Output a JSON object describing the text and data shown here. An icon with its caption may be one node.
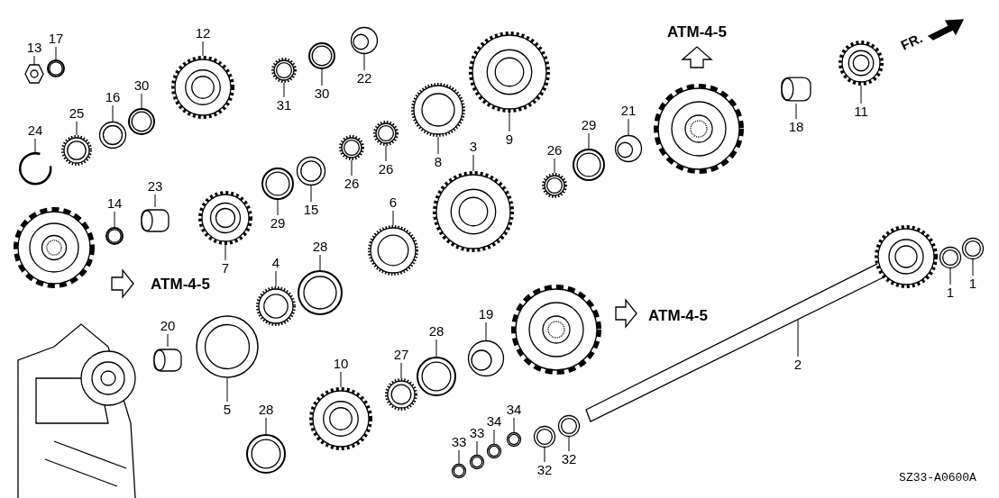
{
  "diagram": {
    "nodes": [
      {
        "text": [
          "13"
        ]
      },
      {
        "text": [
          "17"
        ]
      },
      {
        "text": [
          "12"
        ]
      },
      {
        "text": [
          "22"
        ]
      },
      {
        "text": [
          "30"
        ]
      },
      {
        "text": [
          "31"
        ]
      },
      {
        "text": [
          "11"
        ]
      },
      {
        "text": [
          "18"
        ]
      },
      {
        "text": [
          "9"
        ]
      },
      {
        "text": [
          "21"
        ]
      },
      {
        "text": [
          "29"
        ]
      },
      {
        "text": [
          "26"
        ]
      },
      {
        "text": [
          "8"
        ]
      },
      {
        "text": [
          "3"
        ]
      },
      {
        "text": [
          "30"
        ]
      },
      {
        "text": [
          "16"
        ]
      },
      {
        "text": [
          "25"
        ]
      },
      {
        "text": [
          "24"
        ]
      },
      {
        "text": [
          "26"
        ]
      },
      {
        "text": [
          "26"
        ]
      },
      {
        "text": [
          "15"
        ]
      },
      {
        "text": [
          "29"
        ]
      },
      {
        "text": [
          "23"
        ]
      },
      {
        "text": [
          "14"
        ]
      },
      {
        "text": [
          "7"
        ]
      },
      {
        "text": [
          "6"
        ]
      },
      {
        "text": [
          "28"
        ]
      },
      {
        "text": [
          "4"
        ]
      },
      {
        "text": [
          "19"
        ]
      },
      {
        "text": [
          "28"
        ]
      },
      {
        "text": [
          "27"
        ]
      },
      {
        "text": [
          "10"
        ]
      },
      {
        "text": [
          "20"
        ]
      },
      {
        "text": [
          "5"
        ]
      },
      {
        "text": [
          "28"
        ]
      },
      {
        "text": [
          "33"
        ]
      },
      {
        "text": [
          "33"
        ]
      },
      {
        "text": [
          "34"
        ]
      },
      {
        "text": [
          "34"
        ]
      },
      {
        "text": [
          "32"
        ]
      },
      {
        "text": [
          "32"
        ]
      },
      {
        "text": [
          "2"
        ]
      },
      {
        "text": [
          "1"
        ]
      },
      {
        "text": [
          "1"
        ]
      },
      {
        "text": [],
        "shape": "picture"
      },
      {
        "text": [],
        "shape": "picture"
      },
      {
        "text": [],
        "shape": "picture"
      },
      {
        "text": [],
        "shape": "picture"
      },
      {
        "text": [],
        "shape": "picture"
      },
      {
        "text": [],
        "shape": "picture"
      },
      {
        "text": [],
        "shape": "picture"
      },
      {
        "text": [],
        "shape": "picture"
      },
      {
        "text": [],
        "shape": "picture"
      },
      {
        "text": [],
        "shape": "picture"
      },
      {
        "text": [],
        "shape": "picture"
      },
      {
        "text": [],
        "shape": "picture"
      },
      {
        "text": [],
        "shape": "picture"
      },
      {
        "text": [],
        "shape": "picture"
      },
      {
        "text": [],
        "shape": "picture"
      },
      {
        "text": [],
        "shape": "picture"
      },
      {
        "text": [],
        "shape": "picture"
      },
      {
        "text": [],
        "shape": "picture"
      },
      {
        "text": [],
        "shape": "picture"
      },
      {
        "text": [],
        "shape": "picture"
      },
      {
        "text": [],
        "shape": "picture"
      },
      {
        "text": [],
        "shape": "picture"
      },
      {
        "text": [],
        "shape": "picture"
      },
      {
        "text": [],
        "shape": "picture"
      },
      {
        "text": [],
        "shape": "picture"
      },
      {
        "text": [],
        "shape": "picture"
      },
      {
        "text": [],
        "shape": "picture"
      },
      {
        "text": [],
        "shape": "picture"
      },
      {
        "text": [],
        "shape": "picture"
      },
      {
        "text": [],
        "shape": "picture"
      },
      {
        "text": [],
        "shape": "picture"
      },
      {
        "text": [],
        "shape": "picture"
      },
      {
        "text": [],
        "shape": "picture"
      },
      {
        "text": [],
        "shape": "picture"
      },
      {
        "text": [],
        "shape": "picture"
      },
      {
        "text": [],
        "shape": "picture"
      },
      {
        "text": [],
        "shape": "picture"
      },
      {
        "text": [],
        "shape": "picture"
      },
      {
        "text": [],
        "shape": "picture"
      },
      {
        "text": [],
        "shape": "picture"
      },
      {
        "text": [],
        "shape": "picture"
      },
      {
        "text": [],
        "shape": "picture"
      },
      {
        "text": [],
        "shape": "picture"
      },
      {
        "text": [],
        "shape": "picture"
      }
    ],
    "edges": [
      {
        "from": 0,
        "to": 44,
        "arrow": "none"
      },
      {
        "from": 1,
        "to": 45,
        "arrow": "none"
      },
      {
        "from": 2,
        "to": 46,
        "arrow": "none"
      },
      {
        "from": 3,
        "to": 47,
        "arrow": "none"
      },
      {
        "from": 4,
        "to": 48,
        "arrow": "none"
      },
      {
        "from": 5,
        "to": 49,
        "arrow": "none"
      },
      {
        "from": 6,
        "to": 50,
        "arrow": "none"
      },
      {
        "from": 7,
        "to": 51,
        "arrow": "none"
      },
      {
        "from": 8,
        "to": 52,
        "arrow": "none"
      },
      {
        "from": 9,
        "to": 53,
        "arrow": "none"
      },
      {
        "from": 10,
        "to": 54,
        "arrow": "none"
      },
      {
        "from": 11,
        "to": 55,
        "arrow": "none"
      },
      {
        "from": 12,
        "to": 56,
        "arrow": "none"
      },
      {
        "from": 13,
        "to": 57,
        "arrow": "none"
      },
      {
        "from": 14,
        "to": 58,
        "arrow": "none"
      },
      {
        "from": 15,
        "to": 59,
        "arrow": "none"
      },
      {
        "from": 16,
        "to": 60,
        "arrow": "none"
      },
      {
        "from": 17,
        "to": 61,
        "arrow": "none"
      },
      {
        "from": 18,
        "to": 62,
        "arrow": "none"
      },
      {
        "from": 19,
        "to": 63,
        "arrow": "none"
      },
      {
        "from": 20,
        "to": 64,
        "arrow": "none"
      },
      {
        "from": 21,
        "to": 65,
        "arrow": "none"
      },
      {
        "from": 22,
        "to": 66,
        "arrow": "none"
      },
      {
        "from": 23,
        "to": 67,
        "arrow": "none"
      },
      {
        "from": 24,
        "to": 68,
        "arrow": "none"
      },
      {
        "from": 25,
        "to": 69,
        "arrow": "none"
      },
      {
        "from": 26,
        "to": 70,
        "arrow": "none"
      },
      {
        "from": 27,
        "to": 71,
        "arrow": "none"
      },
      {
        "from": 28,
        "to": 72,
        "arrow": "none"
      },
      {
        "from": 29,
        "to": 73,
        "arrow": "none"
      },
      {
        "from": 30,
        "to": 74,
        "arrow": "none"
      },
      {
        "from": 31,
        "to": 75,
        "arrow": "none"
      },
      {
        "from": 32,
        "to": 76,
        "arrow": "none"
      },
      {
        "from": 33,
        "to": 77,
        "arrow": "none"
      },
      {
        "from": 34,
        "to": 78,
        "arrow": "none"
      },
      {
        "from": 35,
        "to": 79,
        "arrow": "none"
      },
      {
        "from": 36,
        "to": 80,
        "arrow": "none"
      },
      {
        "from": 37,
        "to": 81,
        "arrow": "none"
      },
      {
        "from": 38,
        "to": 82,
        "arrow": "none"
      },
      {
        "from": 39,
        "to": 83,
        "arrow": "none"
      },
      {
        "from": 40,
        "to": 84,
        "arrow": "none"
      },
      {
        "from": 41,
        "to": 85,
        "arrow": "none"
      },
      {
        "from": 42,
        "to": 86,
        "arrow": "none"
      },
      {
        "from": 43,
        "to": 87,
        "arrow": "none"
      }
    ],
    "labels": [
      "ATM-4-5",
      "FR.",
      "ATM-4-5",
      "ATM-4-5",
      "SZ33-A0600A"
    ]
  }
}
